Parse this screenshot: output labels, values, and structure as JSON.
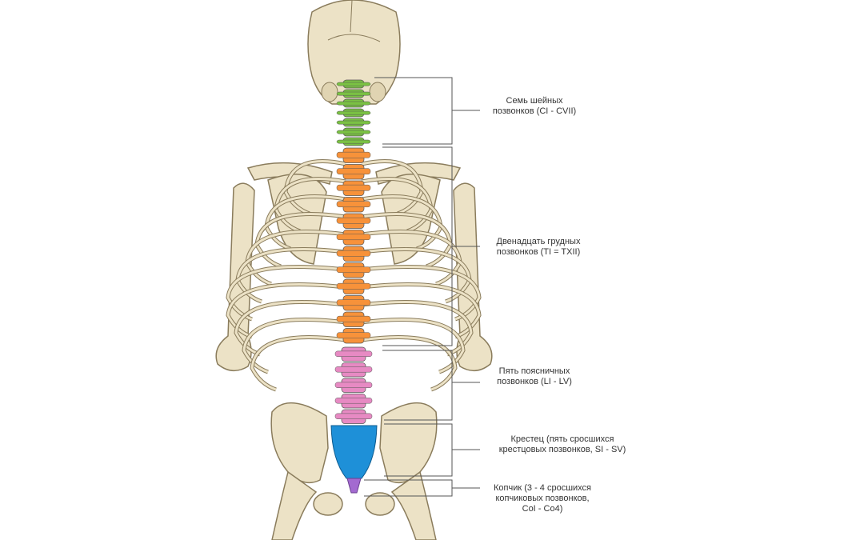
{
  "colors": {
    "bone": "#ece2c6",
    "bone_outline": "#8a7c5c",
    "cervical": "#7ac143",
    "thoracic": "#f7923a",
    "lumbar": "#e78ac3",
    "sacrum": "#1e90d8",
    "coccyx": "#a36ad0",
    "leader": "#555555"
  },
  "labels": {
    "cervical": {
      "line1": "Семь шейных",
      "line2": "позвонков (CI - CVII)"
    },
    "thoracic": {
      "line1": "Двенадцать грудных",
      "line2": "позвонков (TI = TXII)"
    },
    "lumbar": {
      "line1": "Пять поясничных",
      "line2": "позвонков (LI - LV)"
    },
    "sacrum": {
      "line1": "Крестец (пять сросшихся",
      "line2": "крестцовых позвонков, SI - SV)"
    },
    "coccyx": {
      "line1": "Копчик (3 - 4 сросшихся",
      "line2": "копчиковых позвонков,",
      "line3": "CoI - Co4)"
    }
  },
  "vertebrae": {
    "cervical_count": 7,
    "thoracic_count": 12,
    "lumbar_count": 5
  }
}
